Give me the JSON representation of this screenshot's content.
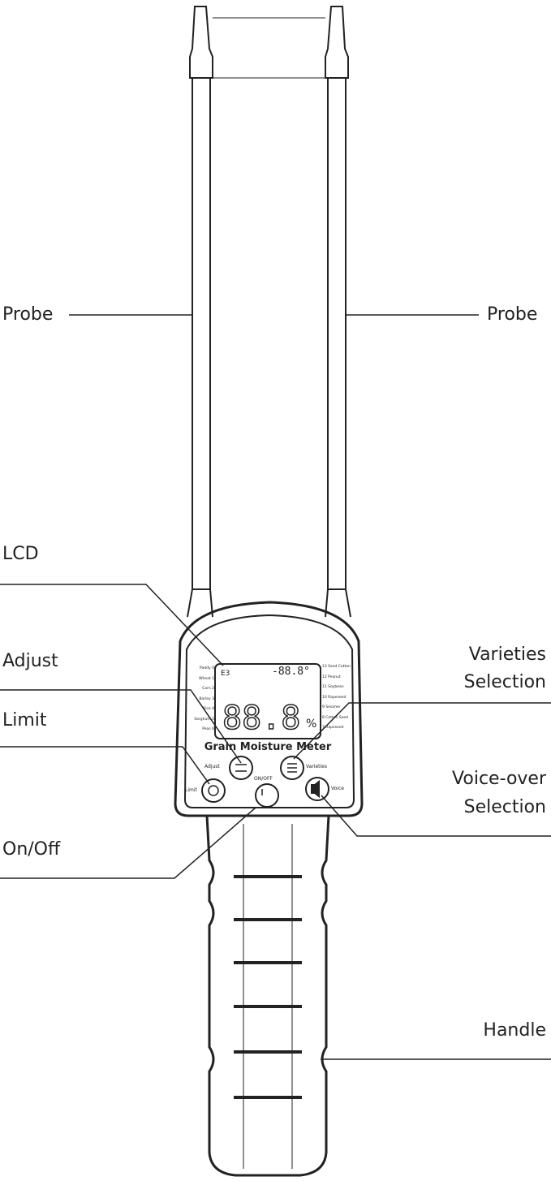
{
  "labels": {
    "probe_left": "Probe",
    "probe_right": "Probe",
    "lcd": "LCD",
    "adjust": "Adjust",
    "limit": "Limit",
    "on_off": "On/Off",
    "varieties_1": "Varieties",
    "varieties_2": "Selection",
    "voice_1": "Voice-over",
    "voice_2": "Selection",
    "handle": "Handle"
  },
  "device": {
    "title": "Grain Moisture Meter",
    "reading": "88.8",
    "unit": "%",
    "temp": "-88.8",
    "temp_unit": "°",
    "code": "E3",
    "left_grains": [
      "Paddy 0",
      "Wheat 1",
      "Corn 2",
      "Barley 3",
      "Rice 4",
      "Sorghum 5",
      "Peas 6"
    ],
    "right_grains": [
      "13 Seed Cotton",
      "12 Peanut",
      "11 Soybean",
      "10 Rapeseed",
      "9 Sesame",
      "8 Cotton Seed",
      "7 Rapeseed"
    ],
    "btn_adjust": "Adjust",
    "btn_varieties": "Varieties",
    "btn_limit": "Limit",
    "btn_onoff": "ON/OFF",
    "btn_voice": "Voice"
  }
}
